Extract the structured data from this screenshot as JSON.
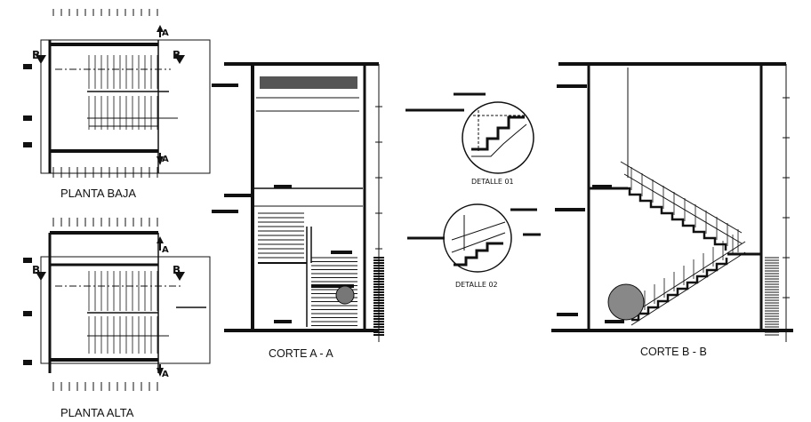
{
  "plans": {
    "ground_title": "PLANTA BAJA",
    "upper_title": "PLANTA ALTA",
    "cut_a": "A",
    "cut_b": "B"
  },
  "sections": {
    "section_a_title": "CORTE A - A",
    "section_b_title": "CORTE B - B"
  },
  "details": {
    "detail_1": "DETALLE 01",
    "detail_2": "DETALLE 02"
  }
}
